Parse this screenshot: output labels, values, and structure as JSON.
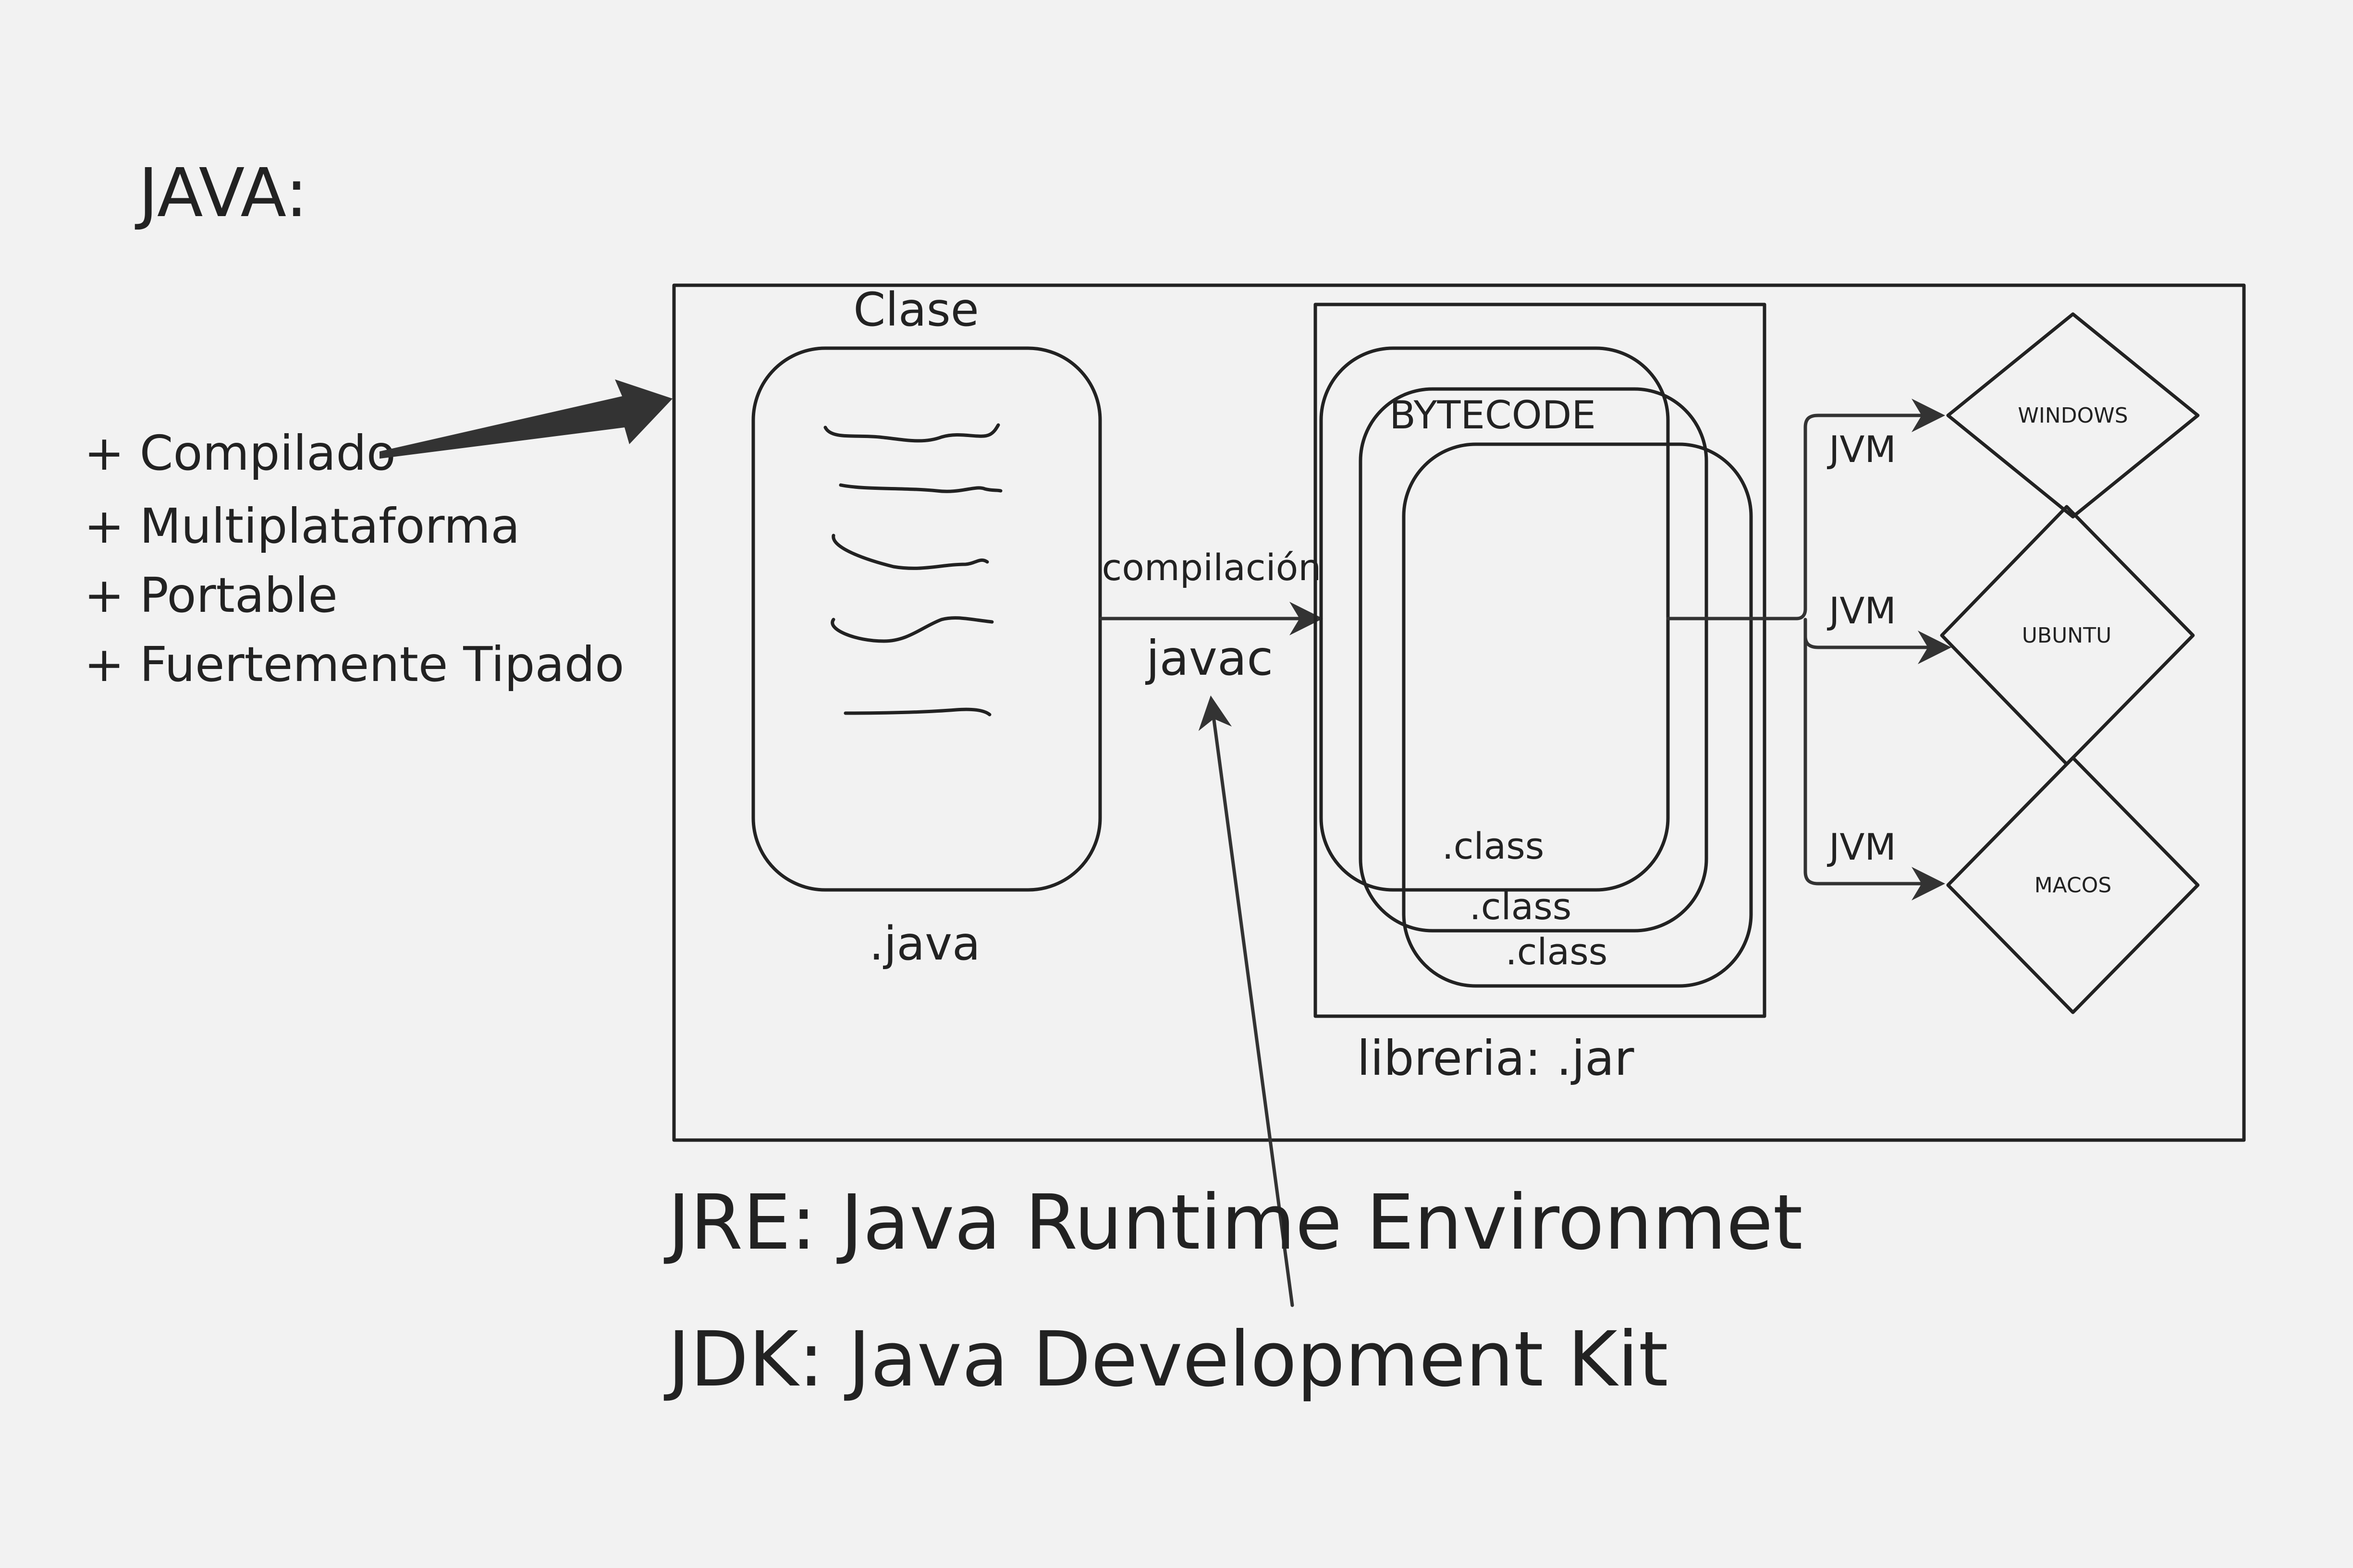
{
  "title": "JAVA:",
  "features": [
    "+ Compilado",
    "+ Multiplataforma",
    "+ Portable",
    "+ Fuertemente Tipado"
  ],
  "source_file": {
    "heading": "Clase",
    "caption": ".java"
  },
  "compile_step": {
    "label": "compilación",
    "tool": "javac"
  },
  "library": {
    "heading": "BYTECODE",
    "class_labels": [
      ".class",
      ".class",
      ".class"
    ],
    "caption": "libreria: .jar"
  },
  "platforms": [
    {
      "vm_label": "JVM",
      "name": "WINDOWS"
    },
    {
      "vm_label": "JVM",
      "name": "UBUNTU"
    },
    {
      "vm_label": "JVM",
      "name": "MACOS"
    }
  ],
  "definitions": [
    "JRE: Java Runtime Environmet",
    "JDK: Java Development Kit"
  ],
  "colors": {
    "background": "#f2f2f2",
    "stroke": "#222222",
    "library_fill": "#dcdaff"
  }
}
